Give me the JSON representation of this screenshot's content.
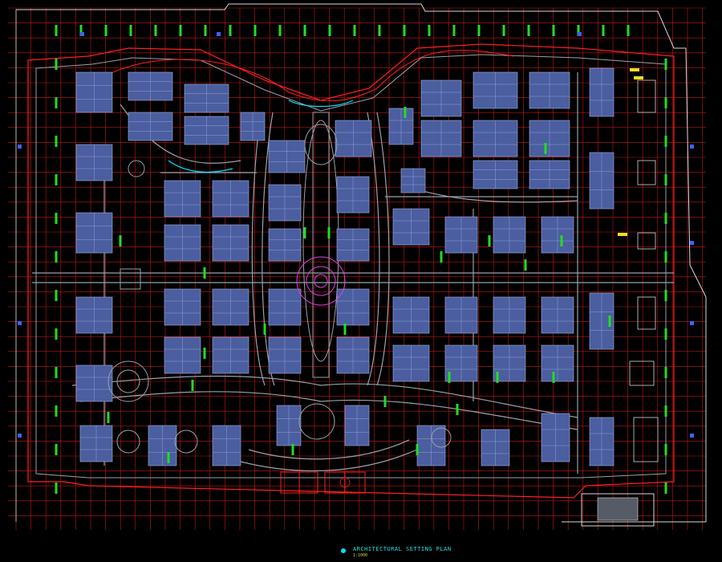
{
  "drawing": {
    "title_text": "ARCHITECTURAL SETTING PLAN",
    "scale_text": "1:1000",
    "colors": {
      "background": "#000000",
      "grid": "#c01818",
      "road": "#9aa0a8",
      "building": "#4a5ea0",
      "building_edge": "#a8b0e0",
      "tree": "#22dd22",
      "green_edge": "#18c018",
      "accent_red": "#ff2020",
      "cyan": "#00e0ff",
      "yellow": "#e8e020",
      "magenta": "#e040e0"
    }
  },
  "layers": [
    {
      "key": "grid",
      "name": "grid-lines"
    },
    {
      "key": "boundary",
      "name": "site-boundary"
    },
    {
      "key": "roads",
      "name": "road-network"
    },
    {
      "key": "buildings",
      "name": "residential-blocks"
    },
    {
      "key": "plazas",
      "name": "circular-plazas"
    },
    {
      "key": "courts",
      "name": "sports-courts"
    },
    {
      "key": "trees",
      "name": "tree-markers"
    },
    {
      "key": "marks",
      "name": "cyan-markers"
    }
  ]
}
